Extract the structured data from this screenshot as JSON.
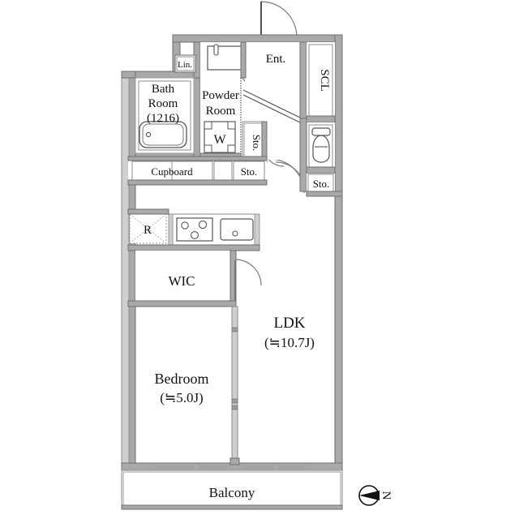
{
  "diagram": {
    "type": "floor-plan",
    "title": "Apartment floor plan 1LDK",
    "colors": {
      "wall_fill": "#a9a9a9",
      "wall_stroke": "#6e6e6e",
      "fixture_stroke": "#555555",
      "text": "#111111",
      "background": "#ffffff"
    }
  },
  "rooms": [
    {
      "id": "bath",
      "label": "Bath",
      "label2": "Room",
      "label3": "(1216)"
    },
    {
      "id": "powder",
      "label": "Powder",
      "label2": "Room"
    },
    {
      "id": "entrance",
      "label": "Ent."
    },
    {
      "id": "shoe_closet",
      "label": "SCL"
    },
    {
      "id": "cupboard",
      "label": "Cupboard"
    },
    {
      "id": "storage_1",
      "label": "Sto."
    },
    {
      "id": "storage_2",
      "label": "Sto."
    },
    {
      "id": "storage_3",
      "label": "Sto."
    },
    {
      "id": "linen",
      "label": "Lin."
    },
    {
      "id": "wic",
      "label": "WIC"
    },
    {
      "id": "ldk",
      "label": "LDK",
      "label2": "(≒10.7J)"
    },
    {
      "id": "bedroom",
      "label": "Bedroom",
      "label2": "(≒5.0J)"
    },
    {
      "id": "balcony",
      "label": "Balcony"
    }
  ],
  "fixtures": [
    {
      "id": "refrigerator",
      "label": "R"
    },
    {
      "id": "washer",
      "label": "W"
    },
    {
      "id": "bathtub",
      "label": ""
    },
    {
      "id": "toilet",
      "label": ""
    },
    {
      "id": "kitchen_sink",
      "label": ""
    },
    {
      "id": "cooktop",
      "label": ""
    },
    {
      "id": "vanity_sink",
      "label": ""
    }
  ],
  "compass": {
    "label": "N"
  }
}
